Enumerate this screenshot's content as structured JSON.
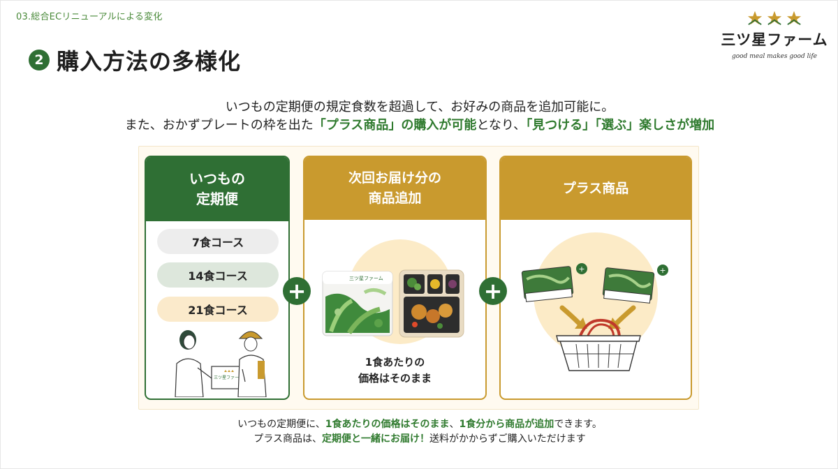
{
  "section_label": "03.総合ECリニューアルによる変化",
  "heading": {
    "number": "2",
    "title": "購入方法の多様化"
  },
  "logo": {
    "name": "三ツ星ファーム",
    "tagline": "good meal makes good life"
  },
  "intro": {
    "line1": "いつもの定期便の規定食数を超過して、お好みの商品を追加可能に。",
    "line2_a": "また、おかずプレートの枠を出た",
    "line2_b": "「プラス商品」の購入が可能",
    "line2_c": "となり、",
    "line2_d": "「見つける」「選ぶ」楽しさが増加"
  },
  "cards": {
    "subscription": {
      "title_line1": "いつもの",
      "title_line2": "定期便",
      "courses": [
        "7食コース",
        "14食コース",
        "21食コース"
      ],
      "box_label": "三ツ星ファーム"
    },
    "next_delivery": {
      "title_line1": "次回お届け分の",
      "title_line2": "商品追加",
      "pack_label": "三ツ星ファーム",
      "caption_line1": "1食あたりの",
      "caption_line2": "価格はそのまま"
    },
    "plus_items": {
      "title": "プラス商品"
    }
  },
  "plus_symbol": "+",
  "footer": {
    "line1_a": "いつもの定期便に、",
    "line1_b": "1食あたりの価格はそのまま",
    "line1_c": "、",
    "line1_d": "1食分から商品が追加",
    "line1_e": "できます。",
    "line2_a": "プラス商品は、",
    "line2_b": "定期便と一緒にお届け！",
    "line2_c": "送料がかからずご購入いただけます"
  },
  "colors": {
    "brand_green": "#2f6f34",
    "accent_gold": "#c99a2e",
    "highlight_green": "#2f7a2e",
    "cream": "#fcebc7"
  }
}
